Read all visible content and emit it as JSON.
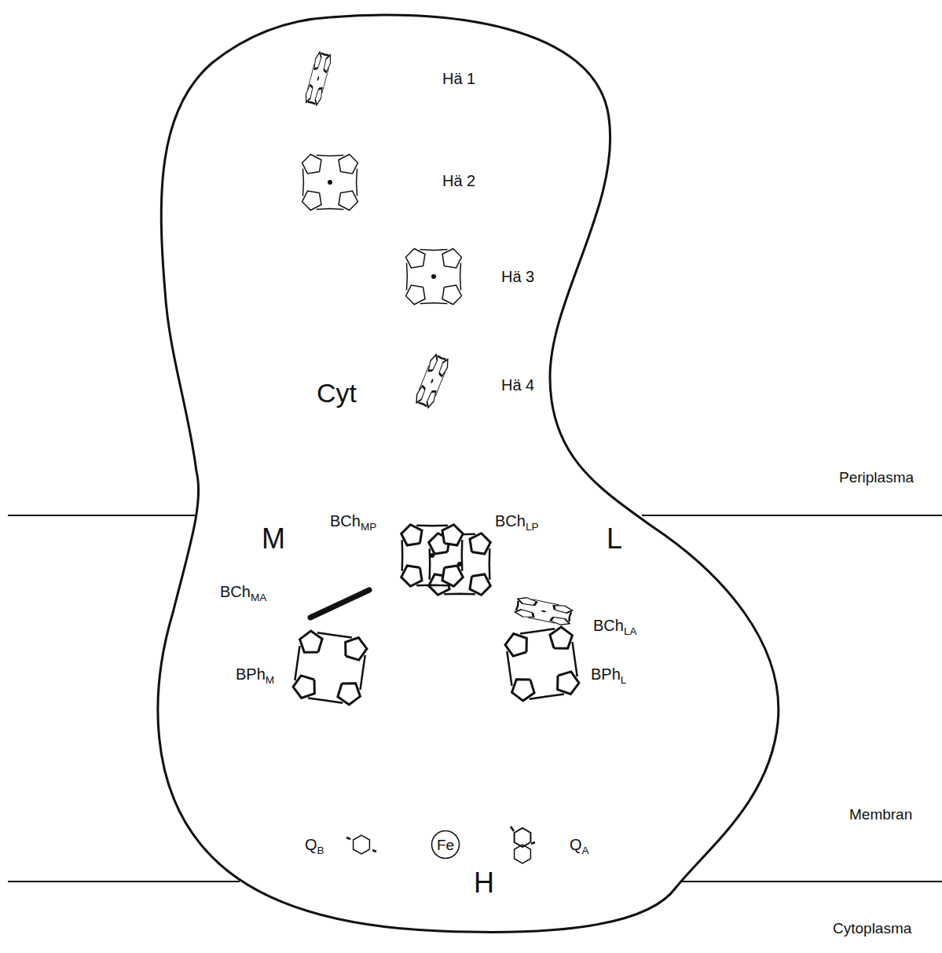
{
  "diagram": {
    "nodes": [
      {
        "text": [
          "Fe"
        ]
      }
    ],
    "labels": [
      "Hä 1",
      "Hä 2",
      "Hä 3",
      "Hä 4",
      "Cyt",
      "Periplasma",
      "M",
      "BChMP",
      "BChLP",
      "L",
      "BChMA",
      "BChLA",
      "BPhM",
      "BPhL",
      "Membran",
      "QB",
      "QA",
      "H",
      "Cytoplasma"
    ]
  }
}
